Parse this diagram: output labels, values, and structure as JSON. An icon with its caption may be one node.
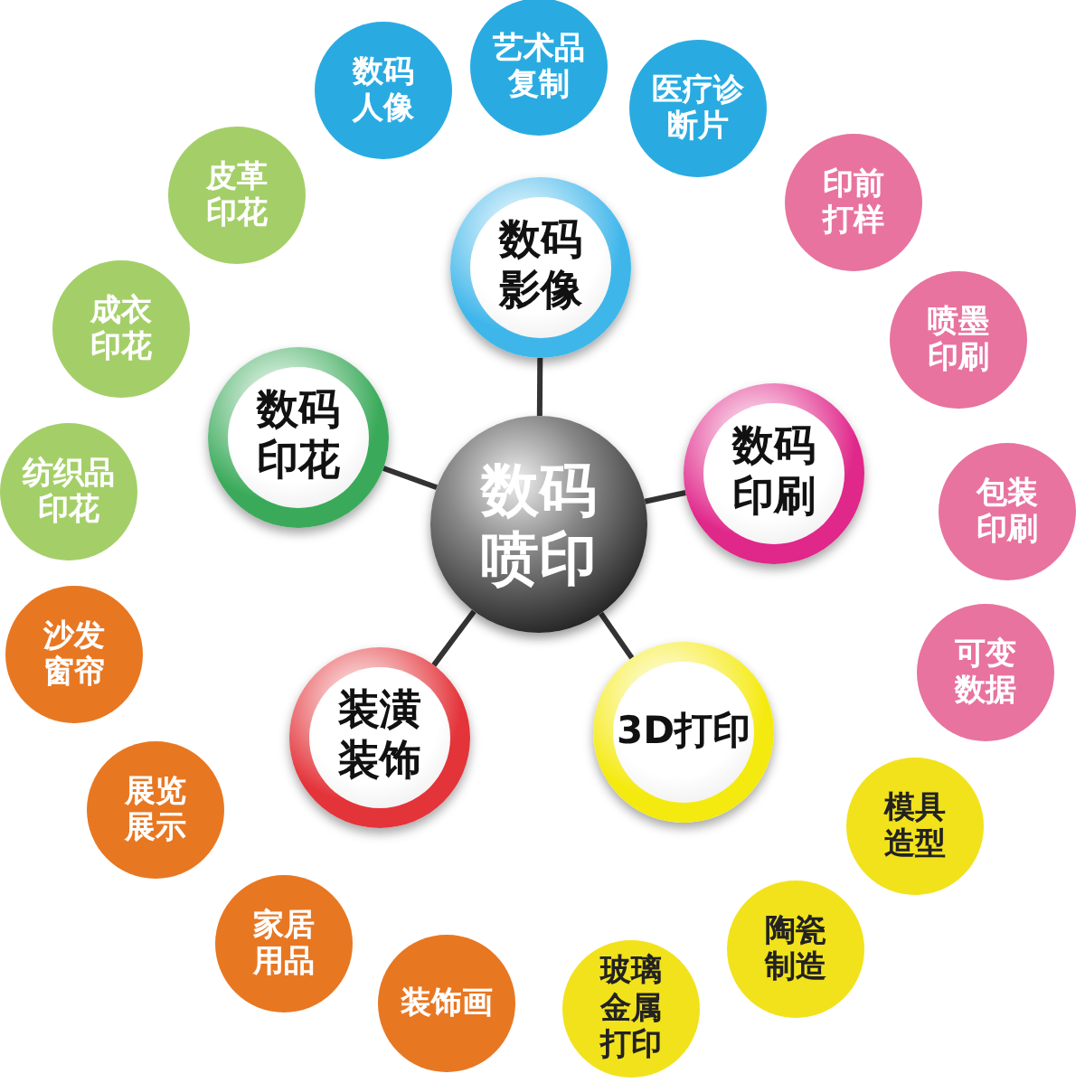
{
  "diagram": {
    "nodes": [
      {
        "text": [
          "数码喷印"
        ]
      },
      {
        "text": [
          "数码影像"
        ]
      },
      {
        "text": [
          "数码印刷"
        ]
      },
      {
        "text": [
          "3D打印"
        ]
      },
      {
        "text": [
          "装潢装饰"
        ]
      },
      {
        "text": [
          "数码印花"
        ]
      },
      {
        "text": [
          "数码人像"
        ]
      },
      {
        "text": [
          "艺术品复制"
        ]
      },
      {
        "text": [
          "医疗诊断片"
        ]
      },
      {
        "text": [
          "印前打样"
        ]
      },
      {
        "text": [
          "喷墨印刷"
        ]
      },
      {
        "text": [
          "包装印刷"
        ]
      },
      {
        "text": [
          "可变数据"
        ]
      },
      {
        "text": [
          "模具造型"
        ]
      },
      {
        "text": [
          "陶瓷制造"
        ]
      },
      {
        "text": [
          "玻璃金属打印"
        ]
      },
      {
        "text": [
          "装饰画"
        ]
      },
      {
        "text": [
          "家居用品"
        ]
      },
      {
        "text": [
          "展览展示"
        ]
      },
      {
        "text": [
          "沙发窗帘"
        ]
      },
      {
        "text": [
          "纺织品印花"
        ]
      },
      {
        "text": [
          "成衣印花"
        ]
      },
      {
        "text": [
          "皮革印花"
        ]
      }
    ],
    "edges": [
      {
        "from": 0,
        "to": 1,
        "arrow": "none"
      },
      {
        "from": 0,
        "to": 2,
        "arrow": "none"
      },
      {
        "from": 0,
        "to": 3,
        "arrow": "none"
      },
      {
        "from": 0,
        "to": 4,
        "arrow": "none"
      },
      {
        "from": 0,
        "to": 5,
        "arrow": "none"
      }
    ]
  }
}
